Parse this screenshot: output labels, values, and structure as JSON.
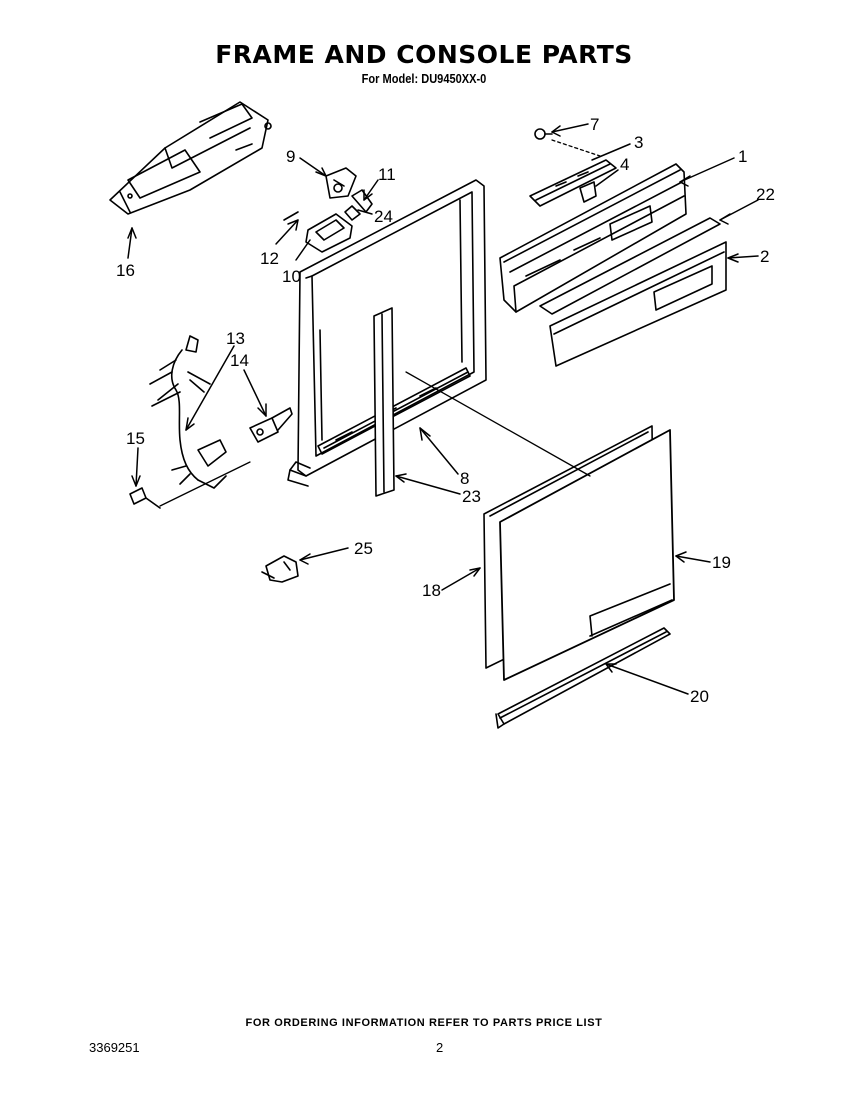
{
  "header": {
    "title": "FRAME AND CONSOLE PARTS",
    "subtitle": "For Model: DU9450XX-0"
  },
  "callouts": {
    "c1": "1",
    "c2": "2",
    "c3": "3",
    "c4": "4",
    "c7": "7",
    "c8": "8",
    "c9": "9",
    "c10": "10",
    "c11": "11",
    "c12": "12",
    "c13": "13",
    "c14": "14",
    "c15": "15",
    "c16": "16",
    "c18": "18",
    "c19": "19",
    "c20": "20",
    "c22": "22",
    "c23": "23",
    "c24": "24",
    "c25": "25"
  },
  "footer": {
    "note": "FOR ORDERING INFORMATION REFER TO PARTS PRICE LIST",
    "doc_number": "3369251",
    "page_number": "2"
  }
}
